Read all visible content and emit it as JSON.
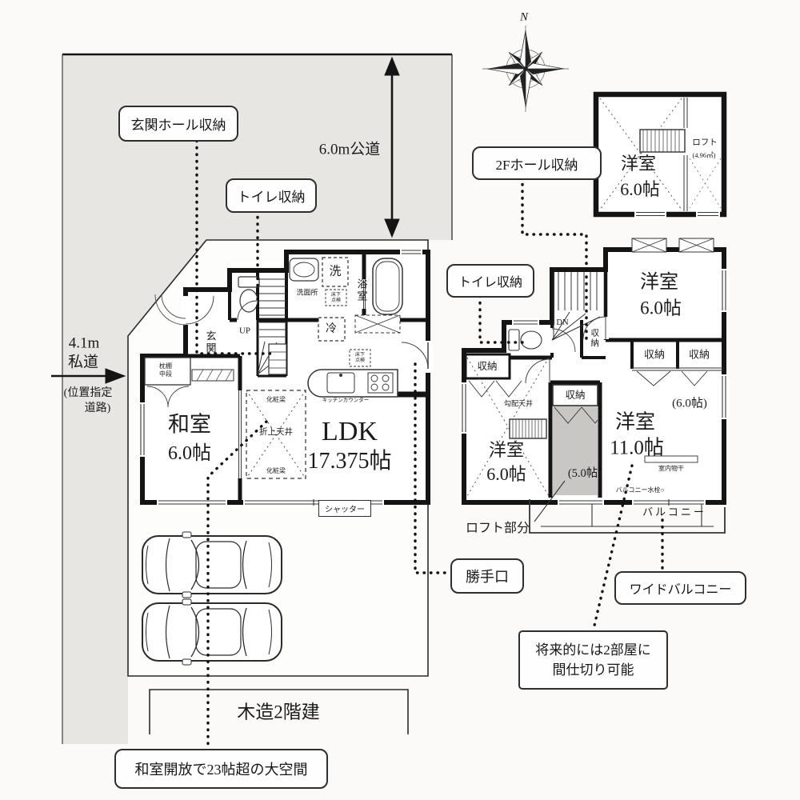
{
  "compass": {
    "north": "N"
  },
  "roads": {
    "public": "6.0m公道",
    "private_width": "4.1m",
    "private": "私道",
    "private_note1": "(位置指定",
    "private_note2": "道路)"
  },
  "building": {
    "structure": "木造2階建"
  },
  "callouts": {
    "genkan_hall_storage": "玄関ホール収納",
    "toilet_storage_1f": "トイレ収納",
    "hall_storage_2f": "2Fホール収納",
    "toilet_storage_2f": "トイレ収納",
    "kitchen_door": "勝手口",
    "wide_balcony": "ワイドバルコニー",
    "future_partition_line1": "将来的には2部屋に",
    "future_partition_line2": "間仕切り可能",
    "washitsu_open_space": "和室開放で23帖超の大空間",
    "loft_part": "ロフト部分"
  },
  "floor1": {
    "washitsu": "和室",
    "washitsu_size": "6.0帖",
    "ldk": "LDK",
    "ldk_size": "17.375帖",
    "genkan": "玄関",
    "up": "UP",
    "washroom": "洗面所",
    "washer": "洗",
    "bath": "浴室",
    "fridge": "冷",
    "closet1": "枕棚",
    "closet2": "中段",
    "beam_top": "化粧梁",
    "coffered": "折上天井",
    "beam_bottom": "化粧梁",
    "kitchen_counter": "キッチンカウンター",
    "shutter": "シャッター",
    "hatch1": "床下",
    "hatch2": "点検"
  },
  "floor2": {
    "dn": "DN",
    "storage": "収納",
    "room_tr": "洋室",
    "room_tr_size": "6.0帖",
    "room_sub_size": "(6.0帖)",
    "room_main": "洋室",
    "room_main_size": "11.0帖",
    "room_bl": "洋室",
    "room_bl_size": "6.0帖",
    "loft_under_size": "(5.0帖)",
    "sloped_ceiling": "勾配天井",
    "indoor_drying": "室内物干",
    "balcony_faucet": "バルコニー水栓○",
    "balcony": "バルコニー"
  },
  "loft": {
    "room": "洋室",
    "size": "6.0帖",
    "label": "ロフト",
    "area": "(4.96㎡)"
  },
  "icons": {
    "compass": "compass-rose",
    "car": "car-top-view",
    "bathtub": "bathtub",
    "toilet": "toilet",
    "stairs": "stairs"
  }
}
